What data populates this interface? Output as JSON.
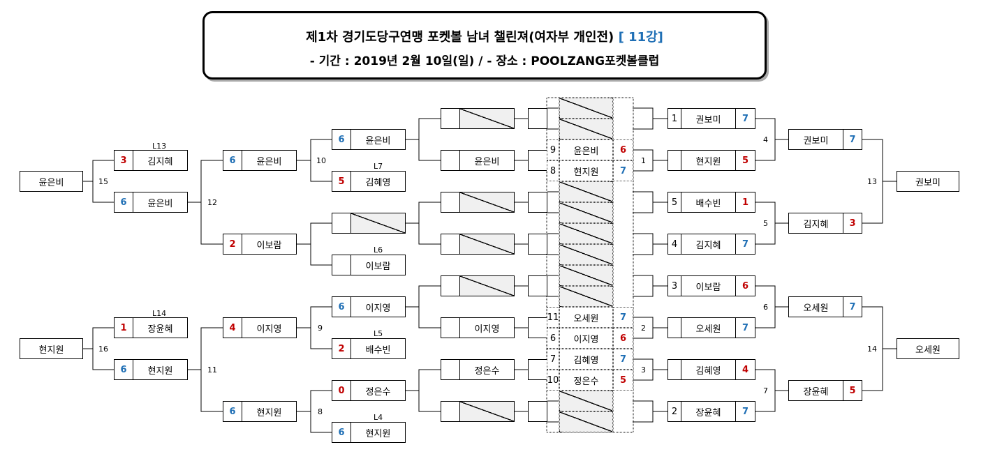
{
  "header": {
    "title_main": "제1차 경기도당구연맹 포켓볼 남녀 챌린져(여자부 개인전) ",
    "title_round": "[ 11강]",
    "subtitle": "-  기간 : 2019년 2월 10일(일)  /  - 장소 : POOLZANG포켓볼클럽"
  },
  "names": {
    "yuneunbi": "윤은비",
    "hyeonjiwon": "현지원",
    "kimjihye": "김지혜",
    "kimhyeyoung": "김혜영",
    "leeboram": "이보람",
    "leejiyoung": "이지영",
    "jangyunhye": "장윤혜",
    "baesubin": "배수빈",
    "jeongeunsu": "정은수",
    "gwonbomi": "권보미",
    "osewon": "오세원"
  },
  "scores": {
    "s0": "0",
    "s1": "1",
    "s2": "2",
    "s3": "3",
    "s4": "4",
    "s5": "5",
    "s6": "6",
    "s7": "7"
  },
  "match_numbers": {
    "m1": "1",
    "m2": "2",
    "m3": "3",
    "m4": "4",
    "m5": "5",
    "m6": "6",
    "m7": "7",
    "m8": "8",
    "m9": "9",
    "m10": "10",
    "m11": "11",
    "m12": "12",
    "m13": "13",
    "m14": "14",
    "m15": "15",
    "m16": "16"
  },
  "loser_labels": {
    "l4": "L4",
    "l5": "L5",
    "l6": "L6",
    "l7": "L7",
    "l13": "L13",
    "l14": "L14"
  },
  "colors": {
    "win_score": "#1f6fb5",
    "lose_score": "#c00000",
    "hatch_fill": "#f0f0f0"
  }
}
